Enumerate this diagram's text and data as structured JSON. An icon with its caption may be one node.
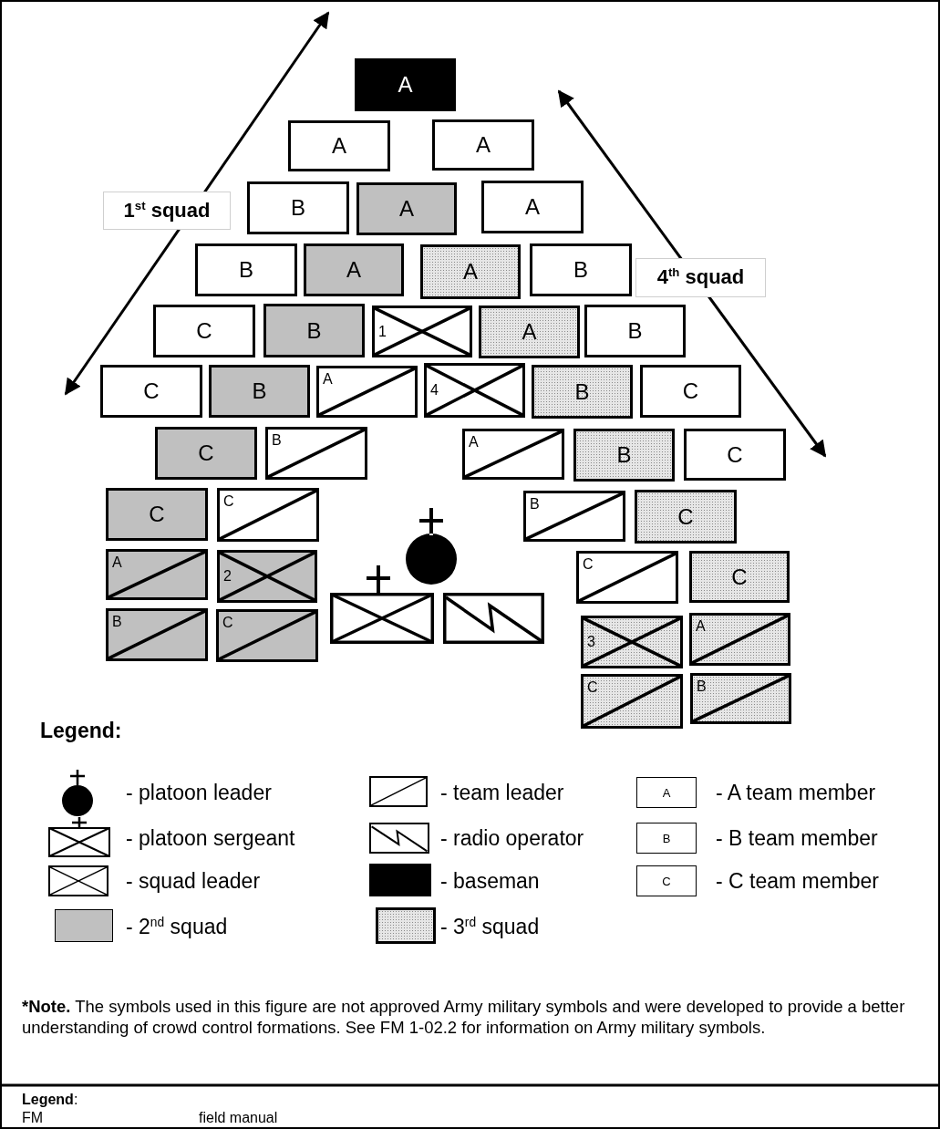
{
  "diagram": {
    "nodes": [
      {
        "text": [
          "A"
        ]
      },
      {
        "text": [
          "A"
        ]
      },
      {
        "text": [
          "A"
        ]
      },
      {
        "text": [
          "1$^{st}$ squad"
        ]
      },
      {
        "text": [
          "B"
        ]
      },
      {
        "text": [
          "A"
        ]
      },
      {
        "text": [
          "A"
        ]
      },
      {
        "text": [
          "B"
        ]
      },
      {
        "text": [
          "A"
        ]
      },
      {
        "text": [
          "A"
        ]
      },
      {
        "text": [
          "B"
        ]
      },
      {
        "text": [
          "4$^{th}$ squad"
        ]
      },
      {
        "text": [
          "C"
        ]
      },
      {
        "text": [
          "B"
        ]
      },
      {
        "text": [
          "1"
        ]
      },
      {
        "text": [
          "A"
        ]
      },
      {
        "text": [
          "B"
        ]
      },
      {
        "text": [
          "C"
        ]
      },
      {
        "text": [
          "B"
        ]
      },
      {
        "text": [
          "A"
        ]
      },
      {
        "text": [
          "4"
        ]
      },
      {
        "text": [
          "B"
        ]
      },
      {
        "text": [
          "C"
        ]
      },
      {
        "text": [
          "C"
        ]
      },
      {
        "text": [
          "B"
        ]
      },
      {
        "text": [
          "A"
        ]
      },
      {
        "text": [
          "B"
        ]
      },
      {
        "text": [
          "C"
        ]
      },
      {
        "text": [
          "C"
        ]
      },
      {
        "text": [
          "C"
        ]
      },
      {
        "text": [
          "B"
        ]
      },
      {
        "text": [
          "C"
        ]
      },
      {
        "text": [],
        "shape": "circle"
      },
      {
        "text": [
          "A"
        ]
      },
      {
        "text": [
          "2"
        ]
      },
      {
        "text": [
          "C"
        ]
      },
      {
        "text": [
          "C"
        ]
      },
      {
        "text": [],
        "shape": "box"
      },
      {
        "text": [],
        "shape": "box"
      },
      {
        "text": [
          "B"
        ]
      },
      {
        "text": [
          "C"
        ]
      },
      {
        "text": [
          "3"
        ]
      },
      {
        "text": [
          "A"
        ]
      },
      {
        "text": [
          "C"
        ]
      },
      {
        "text": [
          "B"
        ]
      }
    ],
    "labels": [
      "Legend:",
      "A",
      "B",
      "C",
      "***Note.** The symbols used in this figure are not approved Army military symbols and were developed to provide a better understanding of crowd control formations. See FM 1-02.2 for information on Army military symbols.",
      "**Legend**:",
      "FM",
      "field manual"
    ],
    "legend": [
      {
        "text": "- platoon leader"
      },
      {
        "text": "- team leader"
      },
      {
        "text": "- A team member"
      },
      {
        "text": "- platoon sergeant"
      },
      {
        "text": "- radio operator"
      },
      {
        "text": "- B team member"
      },
      {
        "text": "- squad leader"
      },
      {
        "text": "- baseman",
        "color": "#000000"
      },
      {
        "text": "- C team member"
      },
      {
        "text": "- 2$^{nd}$ squad",
        "color": "#c0c0c0"
      },
      {
        "text": "- 3$^{rd}$ squad"
      }
    ]
  }
}
